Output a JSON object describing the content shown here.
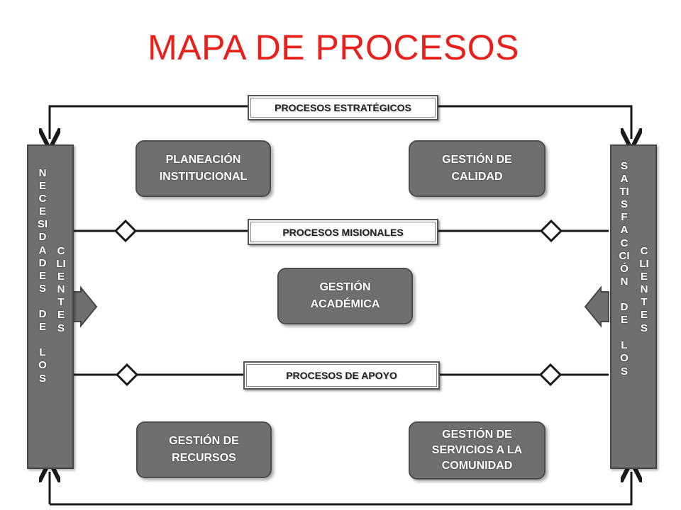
{
  "title": "MAPA DE PROCESOS",
  "colors": {
    "title": "#e8201b",
    "box_fill": "#6f6f6f",
    "line": "#1a1a1a"
  },
  "banners": {
    "estrategicos": "PROCESOS ESTRATÉGICOS",
    "misionales": "PROCESOS MISIONALES",
    "apoyo": "PROCESOS DE APOYO"
  },
  "boxes": {
    "planeacion": "PLANEACIÓN\nINSTITUCIONAL",
    "calidad": "GESTIÓN DE\nCALIDAD",
    "academica": "GESTIÓN\nACADÉMICA",
    "recursos": "GESTIÓN DE\nRECURSOS",
    "servicios": "GESTIÓN DE\nSERVICIOS A LA\nCOMUNIDAD"
  },
  "left_column": {
    "outer": "NECESIDADES\n\nDE\n\nLOS",
    "inner": "CLIENTES"
  },
  "right_column": {
    "outer": "SATISFACCIÓN\n\nDE\n\nLOS",
    "inner": "CLIENTES"
  }
}
